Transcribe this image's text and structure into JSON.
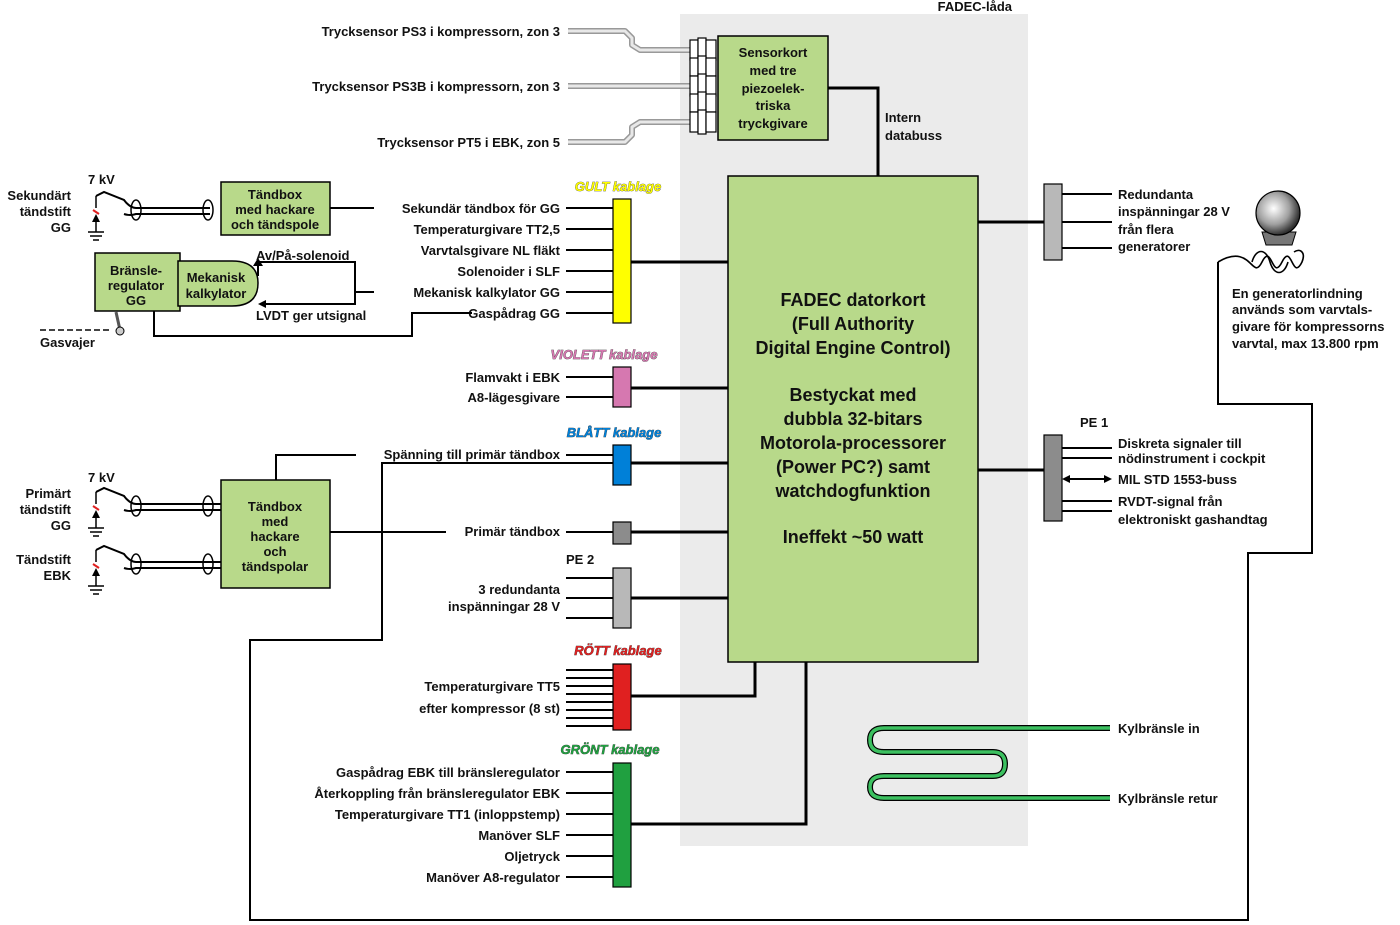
{
  "colors": {
    "board_green": "#b8d98a",
    "enclosure_grey": "#ebebeb",
    "yellow": "#ffff00",
    "violet": "#d678b0",
    "blue": "#0080d8",
    "red": "#e02020",
    "green": "#20a040",
    "connector_grey": "#b8b8b8",
    "dark_grey": "#8c8c8c",
    "cooling_green": "#3cc060"
  },
  "enclosure": {
    "title": "FADEC-låda"
  },
  "pressure_sensors": [
    "Trycksensor PS3 i kompressorn, zon 3",
    "Trycksensor PS3B i kompressorn, zon 3",
    "Trycksensor PT5 i EBK, zon 5"
  ],
  "sensor_board": {
    "lines": [
      "Sensorkort",
      "med tre",
      "piezoelek-",
      "triska",
      "tryckgivare"
    ]
  },
  "internal_bus": {
    "lines": [
      "Intern",
      "databuss"
    ]
  },
  "main_board": {
    "lines": [
      "FADEC datorkort",
      "(Full Authority",
      "Digital Engine Control)",
      "",
      "Bestyckat med",
      "dubbla 32-bitars",
      "Motorola-processorer",
      "(Power PC?) samt",
      "watchdogfunktion",
      "",
      "Ineffekt ~50 watt"
    ]
  },
  "harnesses": {
    "yellow": "GULT kablage",
    "violet": "VIOLETT kablage",
    "blue": "BLÅTT kablage",
    "red": "RÖTT kablage",
    "green": "GRÖNT kablage"
  },
  "yellow_signals": [
    "Sekundär tändbox för GG",
    "Temperaturgivare TT2,5",
    "Varvtalsgivare NL fläkt",
    "Solenoider i SLF",
    "Mekanisk kalkylator GG",
    "Gaspådrag GG"
  ],
  "violet_signals": [
    "Flamvakt i EBK",
    "A8-lägesgivare"
  ],
  "blue_signals": [
    "Spänning till primär tändbox"
  ],
  "grey_signal": "Primär tändbox",
  "pe2": {
    "title": "PE 2",
    "lines": [
      "3 redundanta",
      "inspänningar 28 V"
    ]
  },
  "red_signals": [
    "Temperaturgivare TT5",
    "efter kompressor (8 st)"
  ],
  "green_signals": [
    "Gaspådrag EBK till bränsleregulator",
    "Återkoppling från bränsleregulator EBK",
    "Temperaturgivare TT1 (inloppstemp)",
    "Manöver SLF",
    "Oljetryck",
    "Manöver A8-regulator"
  ],
  "secondary_ignition": {
    "voltage": "7 kV",
    "plug_label": [
      "Sekundärt",
      "tändstift",
      "GG"
    ],
    "box": [
      "Tändbox",
      "med hackare",
      "och tändspole"
    ]
  },
  "fuel_regulator": {
    "box": [
      "Bränsle-",
      "regulator",
      "GG"
    ],
    "calc": [
      "Mekanisk",
      "kalkylator"
    ],
    "solenoid": "Av/På-solenoid",
    "lvdt": "LVDT ger utsignal",
    "cable": "Gasvajer"
  },
  "primary_ignition": {
    "voltage": "7 kV",
    "plug_gg": [
      "Primärt",
      "tändstift",
      "GG"
    ],
    "plug_ebk": [
      "Tändstift",
      "EBK"
    ],
    "box": [
      "Tändbox",
      "med",
      "hackare",
      "och",
      "tändspolar"
    ]
  },
  "right_top": {
    "lines": [
      "Redundanta",
      "inspänningar 28 V",
      "från flera",
      "generatorer"
    ]
  },
  "generator_note": {
    "lines": [
      "En generatorlindning",
      "används som varvtals-",
      "givare för kompressorns",
      "varvtal, max 13.800 rpm"
    ]
  },
  "pe1": {
    "title": "PE 1",
    "signals": [
      [
        "Diskreta signaler till",
        "nödinstrument i cockpit"
      ],
      [
        "MIL STD 1553-buss"
      ],
      [
        "RVDT-signal från",
        "elektroniskt gashandtag"
      ]
    ]
  },
  "cooling": {
    "in": "Kylbränsle in",
    "out": "Kylbränsle retur"
  }
}
